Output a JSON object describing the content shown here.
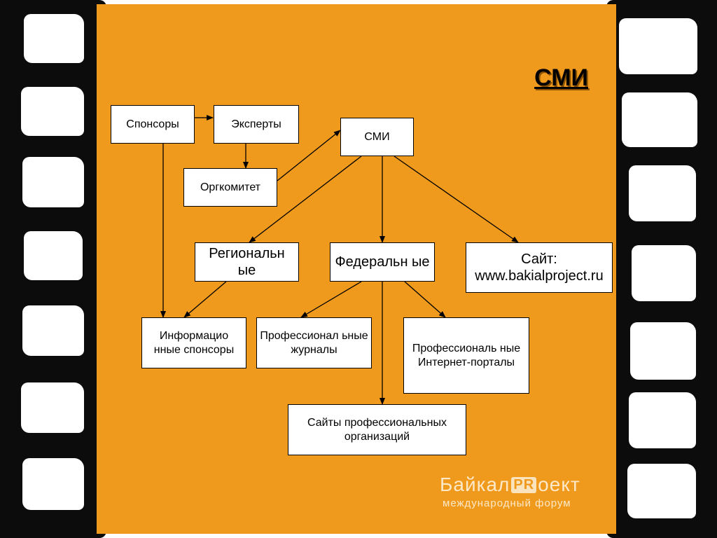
{
  "title": "СМИ",
  "boxes": {
    "sponsors": "Спонсоры",
    "experts": "Эксперты",
    "orgcommittee": "Оргкомитет",
    "media": "СМИ",
    "regional": "Региональн ые",
    "federal": "Федеральн ые",
    "website": "Сайт: www.bakialproject.ru",
    "info_sponsors": "Информацио нные спонсоры",
    "prof_journals": "Профессионал ьные журналы",
    "prof_portals": "Профессиональ ные Интернет-порталы",
    "prof_org_sites": "Сайты профессиональных организаций"
  },
  "logo": {
    "main_before": "Байкал",
    "main_badge": "PR",
    "main_after": "оект",
    "sub": "международный форум"
  },
  "colors": {
    "panel": "#ef9a1c",
    "film": "#0c0c0c",
    "box": "#ffffff",
    "line": "#000000"
  }
}
